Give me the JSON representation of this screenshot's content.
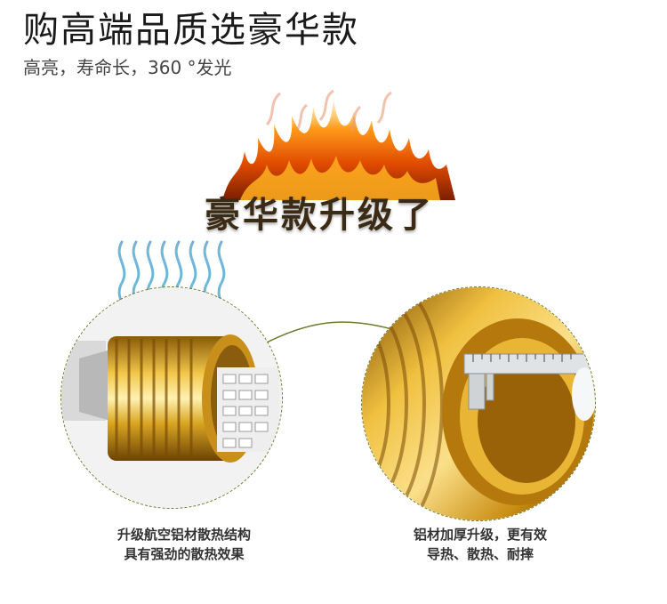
{
  "header": {
    "title": "购高端品质选豪华款",
    "subtitle": "高亮，寿命长，360 °发光"
  },
  "banner": {
    "text": "豪华款升级了"
  },
  "captions": {
    "left": {
      "line1": "升级航空铝材散热结构",
      "line2": "具有强劲的散热效果"
    },
    "right": {
      "line1": "铝材加厚升级，更有效",
      "line2": "导热、散热、耐摔"
    }
  },
  "colors": {
    "gold": "#d9a521",
    "heat_wave": "#6fb6d9",
    "dash": "#6d7b2b",
    "banner_text": "#3b2b15"
  },
  "icons": {
    "flames": "flame-icon",
    "heat": "heat-wave-icon"
  }
}
